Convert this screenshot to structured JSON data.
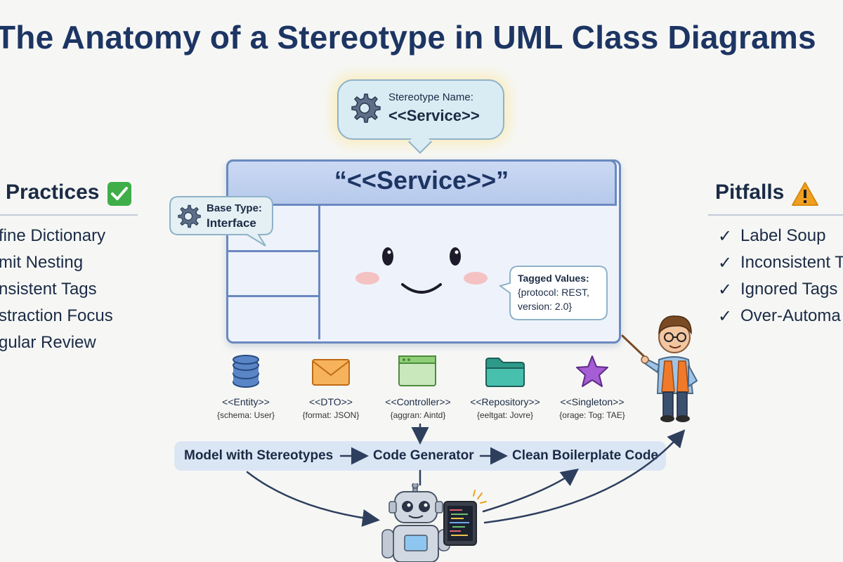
{
  "title": "The Anatomy of a Stereotype in UML Class Diagrams",
  "stereotype_bubble": {
    "label": "Stereotype Name:",
    "value": "<<Service>>"
  },
  "class_box": {
    "name": "“<<Service>>”"
  },
  "base_type_bubble": {
    "label": "Base Type:",
    "value": "Interface"
  },
  "tagged_values_bubble": {
    "label": "Tagged Values:",
    "line1": "{protocol: REST,",
    "line2": "version: 2.0}"
  },
  "best_practices": {
    "title": "Practices",
    "items": [
      "fine Dictionary",
      "mit Nesting",
      "nsistent Tags",
      "straction Focus",
      "gular Review"
    ]
  },
  "pitfalls": {
    "title": "Pitfalls",
    "items": [
      "Label Soup",
      "Inconsistent T",
      "Ignored Tags",
      "Over-Automa"
    ]
  },
  "stereotypes": [
    {
      "name": "<<Entity>>",
      "tag": "{schema: User}",
      "icon": "database-icon"
    },
    {
      "name": "<<DTO>>",
      "tag": "{format: JSON}",
      "icon": "envelope-icon"
    },
    {
      "name": "<<Controller>>",
      "tag": "{aggran: Aintd}",
      "icon": "browser-window-icon"
    },
    {
      "name": "<<Repository>>",
      "tag": "{eeltgat: Jovre}",
      "icon": "folder-icon"
    },
    {
      "name": "<<Singleton>>",
      "tag": "{orage: Tog: TAE}",
      "icon": "star-icon"
    }
  ],
  "pipeline": {
    "step1": "Model with Stereotypes",
    "step2": "Code Generator",
    "step3": "Clean Boilerplate Code"
  },
  "colors": {
    "title": "#1d3563",
    "class_border": "#6b89c0",
    "bubble_fill": "#d9ecf3",
    "check_green": "#3fae48",
    "warning_orange": "#f0a020"
  }
}
